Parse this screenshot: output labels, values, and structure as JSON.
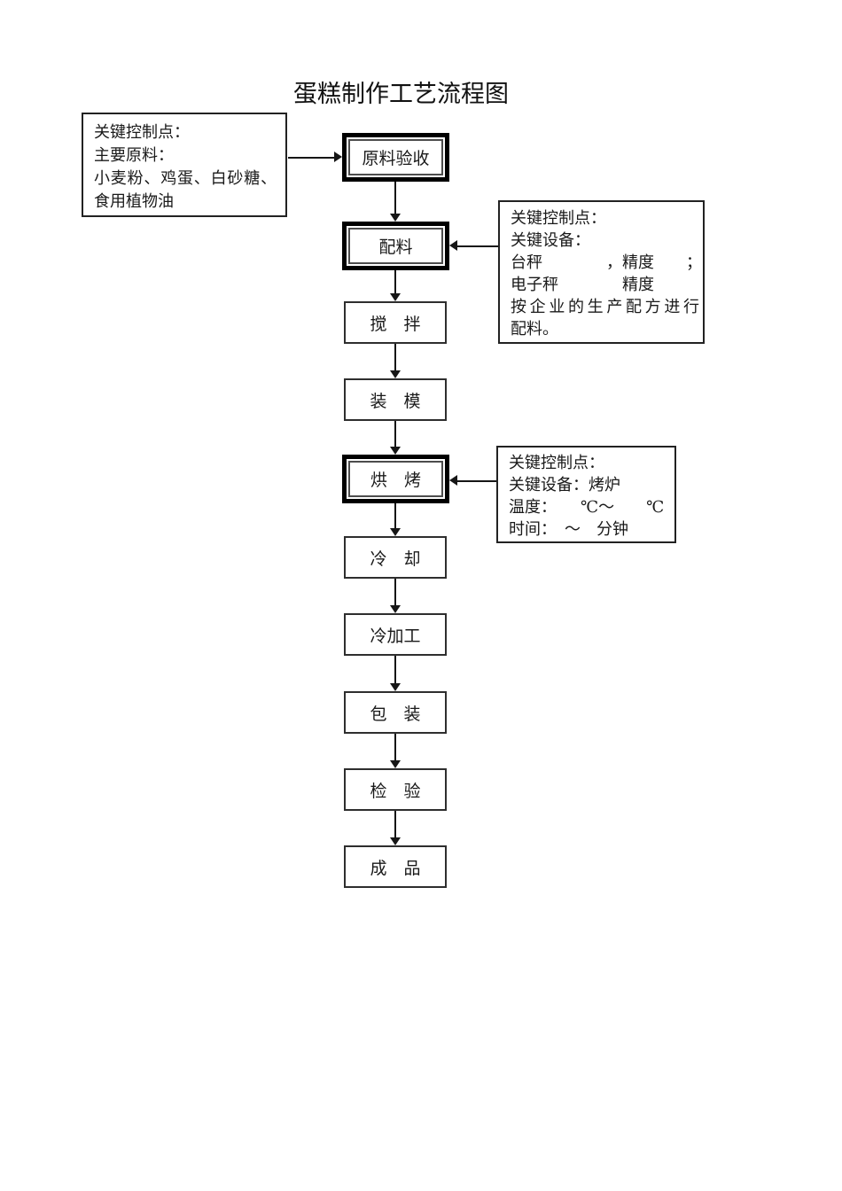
{
  "page": {
    "title": "蛋糕制作工艺流程图",
    "background_color": "#ffffff",
    "ink_color": "#1a1a1a",
    "border_color": "#000000"
  },
  "flow": {
    "type": "flowchart",
    "direction": "top-to-bottom",
    "steps": [
      {
        "label": "原料验收",
        "critical_control_point": true
      },
      {
        "label": "配料",
        "critical_control_point": true
      },
      {
        "label": "搅　拌",
        "critical_control_point": false
      },
      {
        "label": "装　模",
        "critical_control_point": false
      },
      {
        "label": "烘　烤",
        "critical_control_point": true
      },
      {
        "label": "冷　却",
        "critical_control_point": false
      },
      {
        "label": "冷加工",
        "critical_control_point": false
      },
      {
        "label": "包　装",
        "critical_control_point": false
      },
      {
        "label": "检　验",
        "critical_control_point": false
      },
      {
        "label": "成　品",
        "critical_control_point": false
      }
    ]
  },
  "annotations": {
    "ingredients": {
      "attached_to": "原料验收",
      "lines": {
        "0": "关键控制点：",
        "1": "主要原料：",
        "2": "小麦粉、鸡蛋、白砂糖、",
        "3": "食用植物油"
      }
    },
    "batching": {
      "attached_to": "配料",
      "lines": {
        "0": "关键控制点：",
        "1": "关键设备：",
        "2": "台秤　　　　，精度　　；",
        "3": "电子秤　　　　精度",
        "4": "按企业的生产配方进行",
        "5": "配料。"
      }
    },
    "baking": {
      "attached_to": "烘　烤",
      "lines": {
        "0": "关键控制点：",
        "1": "关键设备：烤炉",
        "2": "温度：　　℃～　　℃",
        "3": "时间：　～　分钟"
      }
    }
  }
}
